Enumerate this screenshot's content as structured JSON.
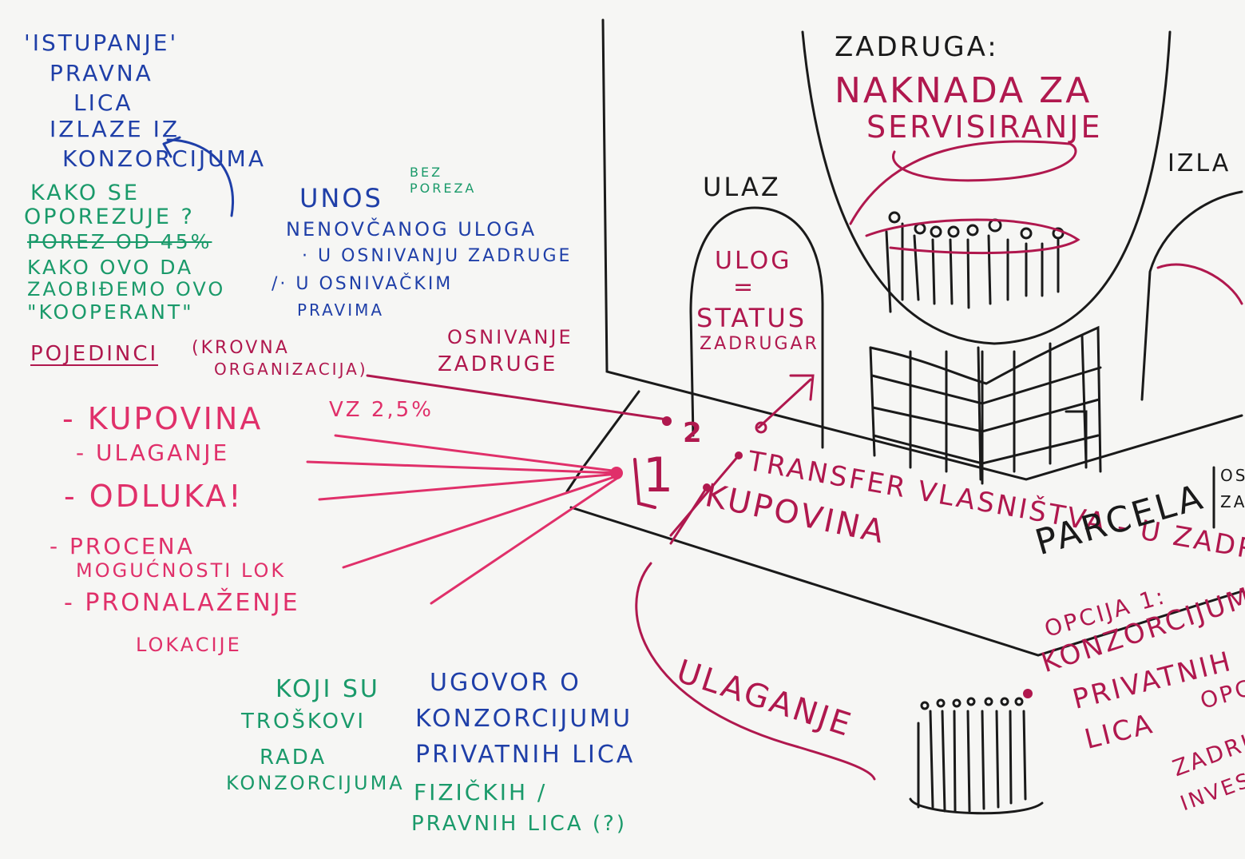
{
  "notes_top_left": {
    "istupanje": [
      "'ISTUPANJE'",
      "PRAVNA",
      "LICA",
      "IZLAZE IZ",
      "KONZORCIJUMA"
    ],
    "oporezivanje": [
      "KAKO SE",
      "OPOREZUJE ?",
      "POREZ OD 45%",
      "KAKO OVO DA",
      "ZAOBIĐEMO OVO",
      "\"KOOPERANT\""
    ]
  },
  "unos": {
    "title": "UNOS",
    "bez_poreza": [
      "BEZ",
      "POREZA"
    ],
    "lines": [
      "NENOVČANOG ULOGA",
      "· U OSNIVANJU ZADRUGE",
      "/· U OSNIVAČKIM",
      "PRAVIMA"
    ]
  },
  "pojedinci": {
    "title": "POJEDINCI",
    "subtitle": [
      "(KROVNA",
      "ORGANIZACIJA)"
    ],
    "vz": "VZ 2,5%",
    "items": [
      "- KUPOVINA",
      "- ULAGANJE",
      "- ODLUKA!",
      "- PROCENA",
      "MOGUĆNOSTI LOK",
      "- PRONALAŽENJE",
      "LOKACIJE"
    ]
  },
  "osnivanje": [
    "OSNIVANJE",
    "ZADRUGE"
  ],
  "zadruga": {
    "title": "ZADRUGA:",
    "naknada": [
      "NAKNADA ZA",
      "SERVISIRANJE"
    ]
  },
  "ulaz": {
    "title": "ULAZ",
    "lines": [
      "ULOG",
      "=",
      "STATUS",
      "ZADRUGAR"
    ]
  },
  "izlaz": "IZLA",
  "numbers": [
    "2",
    "1"
  ],
  "transfer": "TRANSFER VLASNIŠTVA - U ZADRUGU",
  "kupovina_right": "KUPOVINA",
  "parcela": "PARCELA",
  "parcela_side": [
    "OS",
    "ZA"
  ],
  "ulaganje": "ULAGANJE",
  "opcija1": [
    "OPCIJA 1:",
    "KONZORCIJUM",
    "PRIVATNIH",
    "LICA"
  ],
  "opcija2": [
    "OPCI",
    "ZADRU",
    "INVEST"
  ],
  "bottom_green": [
    "KOJI SU",
    "TROŠKOVI",
    "RADA",
    "KONZORCIJUMA"
  ],
  "bottom_blue": [
    "UGOVOR O",
    "KONZORCIJUMU",
    "PRIVATNIH LICA",
    "FIZIČKIH /",
    "PRAVNIH LICA (?)"
  ],
  "colors": {
    "blue_marker": "#1f3fa8",
    "green_marker": "#1a9a6a",
    "red_marker": "#b0184e",
    "pink_marker": "#e0306a",
    "black_marker": "#1a1a1a",
    "board": "#f6f6f4"
  }
}
